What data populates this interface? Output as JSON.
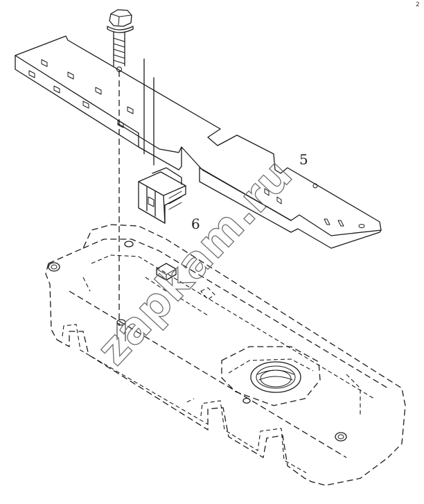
{
  "diagram": {
    "part_labels": [
      {
        "id": "part-5",
        "text": "5"
      },
      {
        "id": "part-6",
        "text": "6"
      }
    ],
    "corner_mark": "2",
    "watermark": "zapkam.ru"
  },
  "colors": {
    "line": "#1a1a1a",
    "background": "#ffffff",
    "watermark_outline": "#6e6e6e"
  }
}
